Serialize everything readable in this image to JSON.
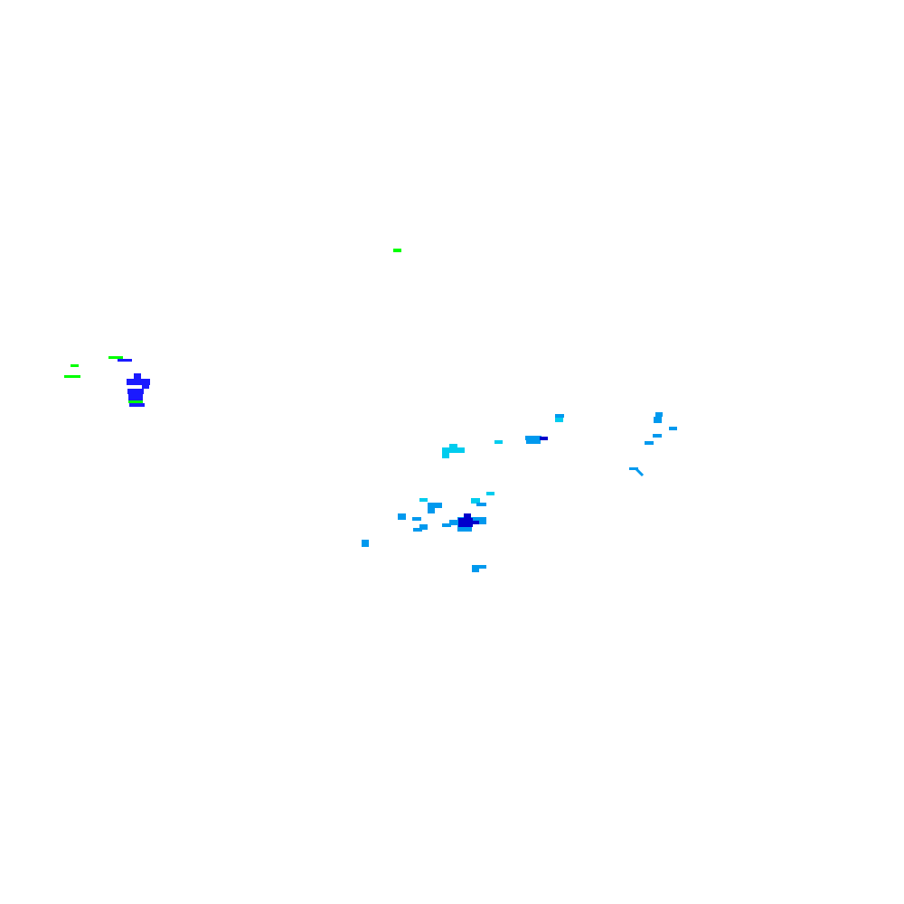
{
  "map": {
    "background": "#ffffff",
    "legend_colors": {
      "green": "#00ff00",
      "dark_blue": "#1a1aff",
      "deep_blue": "#0000cc",
      "mid_blue": "#0099ee",
      "cyan": "#00ccee"
    },
    "clusters": [
      {
        "name": "isolated-green-patch",
        "color_key": "green"
      },
      {
        "name": "west-green-patches",
        "color_key": "green"
      },
      {
        "name": "west-blue-cluster",
        "color_key": "dark_blue"
      },
      {
        "name": "central-cyan-patches",
        "color_key": "cyan"
      },
      {
        "name": "central-blue-cluster",
        "color_key": "mid_blue"
      },
      {
        "name": "central-core",
        "color_key": "deep_blue"
      },
      {
        "name": "east-blue-patches",
        "color_key": "mid_blue"
      }
    ]
  }
}
